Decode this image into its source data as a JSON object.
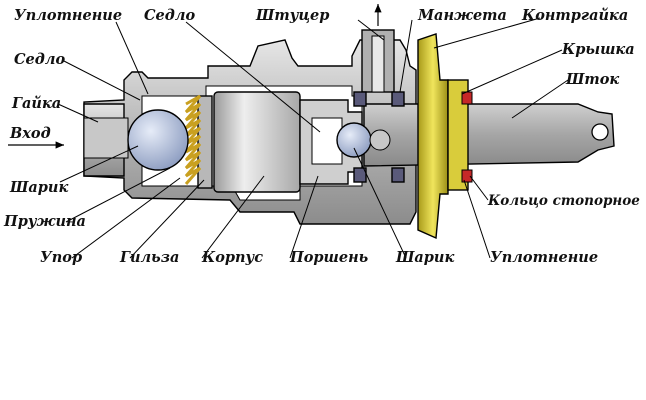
{
  "diagram": {
    "labels": {
      "uplotnenie_top": "Уплотнение",
      "sedlo_left": "Седло",
      "gaika": "Гайка",
      "vhod": "Вход",
      "sharik_left": "Шарик",
      "pruzhina": "Пружина",
      "upor": "Упор",
      "gilza": "Гильза",
      "korpus": "Корпус",
      "porshen": "Поршень",
      "sharik_right": "Шарик",
      "sedlo_top": "Седло",
      "shtucer": "Штуцер",
      "manzheta": "Манжета",
      "kontrgaika": "Контргайка",
      "kryshka": "Крышка",
      "shtok": "Шток",
      "kolco": "Кольцо стопорное",
      "uplotnenie_right": "Уплотнение"
    },
    "colors": {
      "body_fill": "#b4b4b4",
      "inner_bore": "#ffffff",
      "sleeve": "#d8d8d8",
      "ball": "#aab8d6",
      "spring": "#c9a020",
      "counter_nut": "#d9cc3b",
      "rod": "#a4a4a4",
      "seal_red": "#c62828",
      "cuff": "#5a5a7a"
    }
  }
}
